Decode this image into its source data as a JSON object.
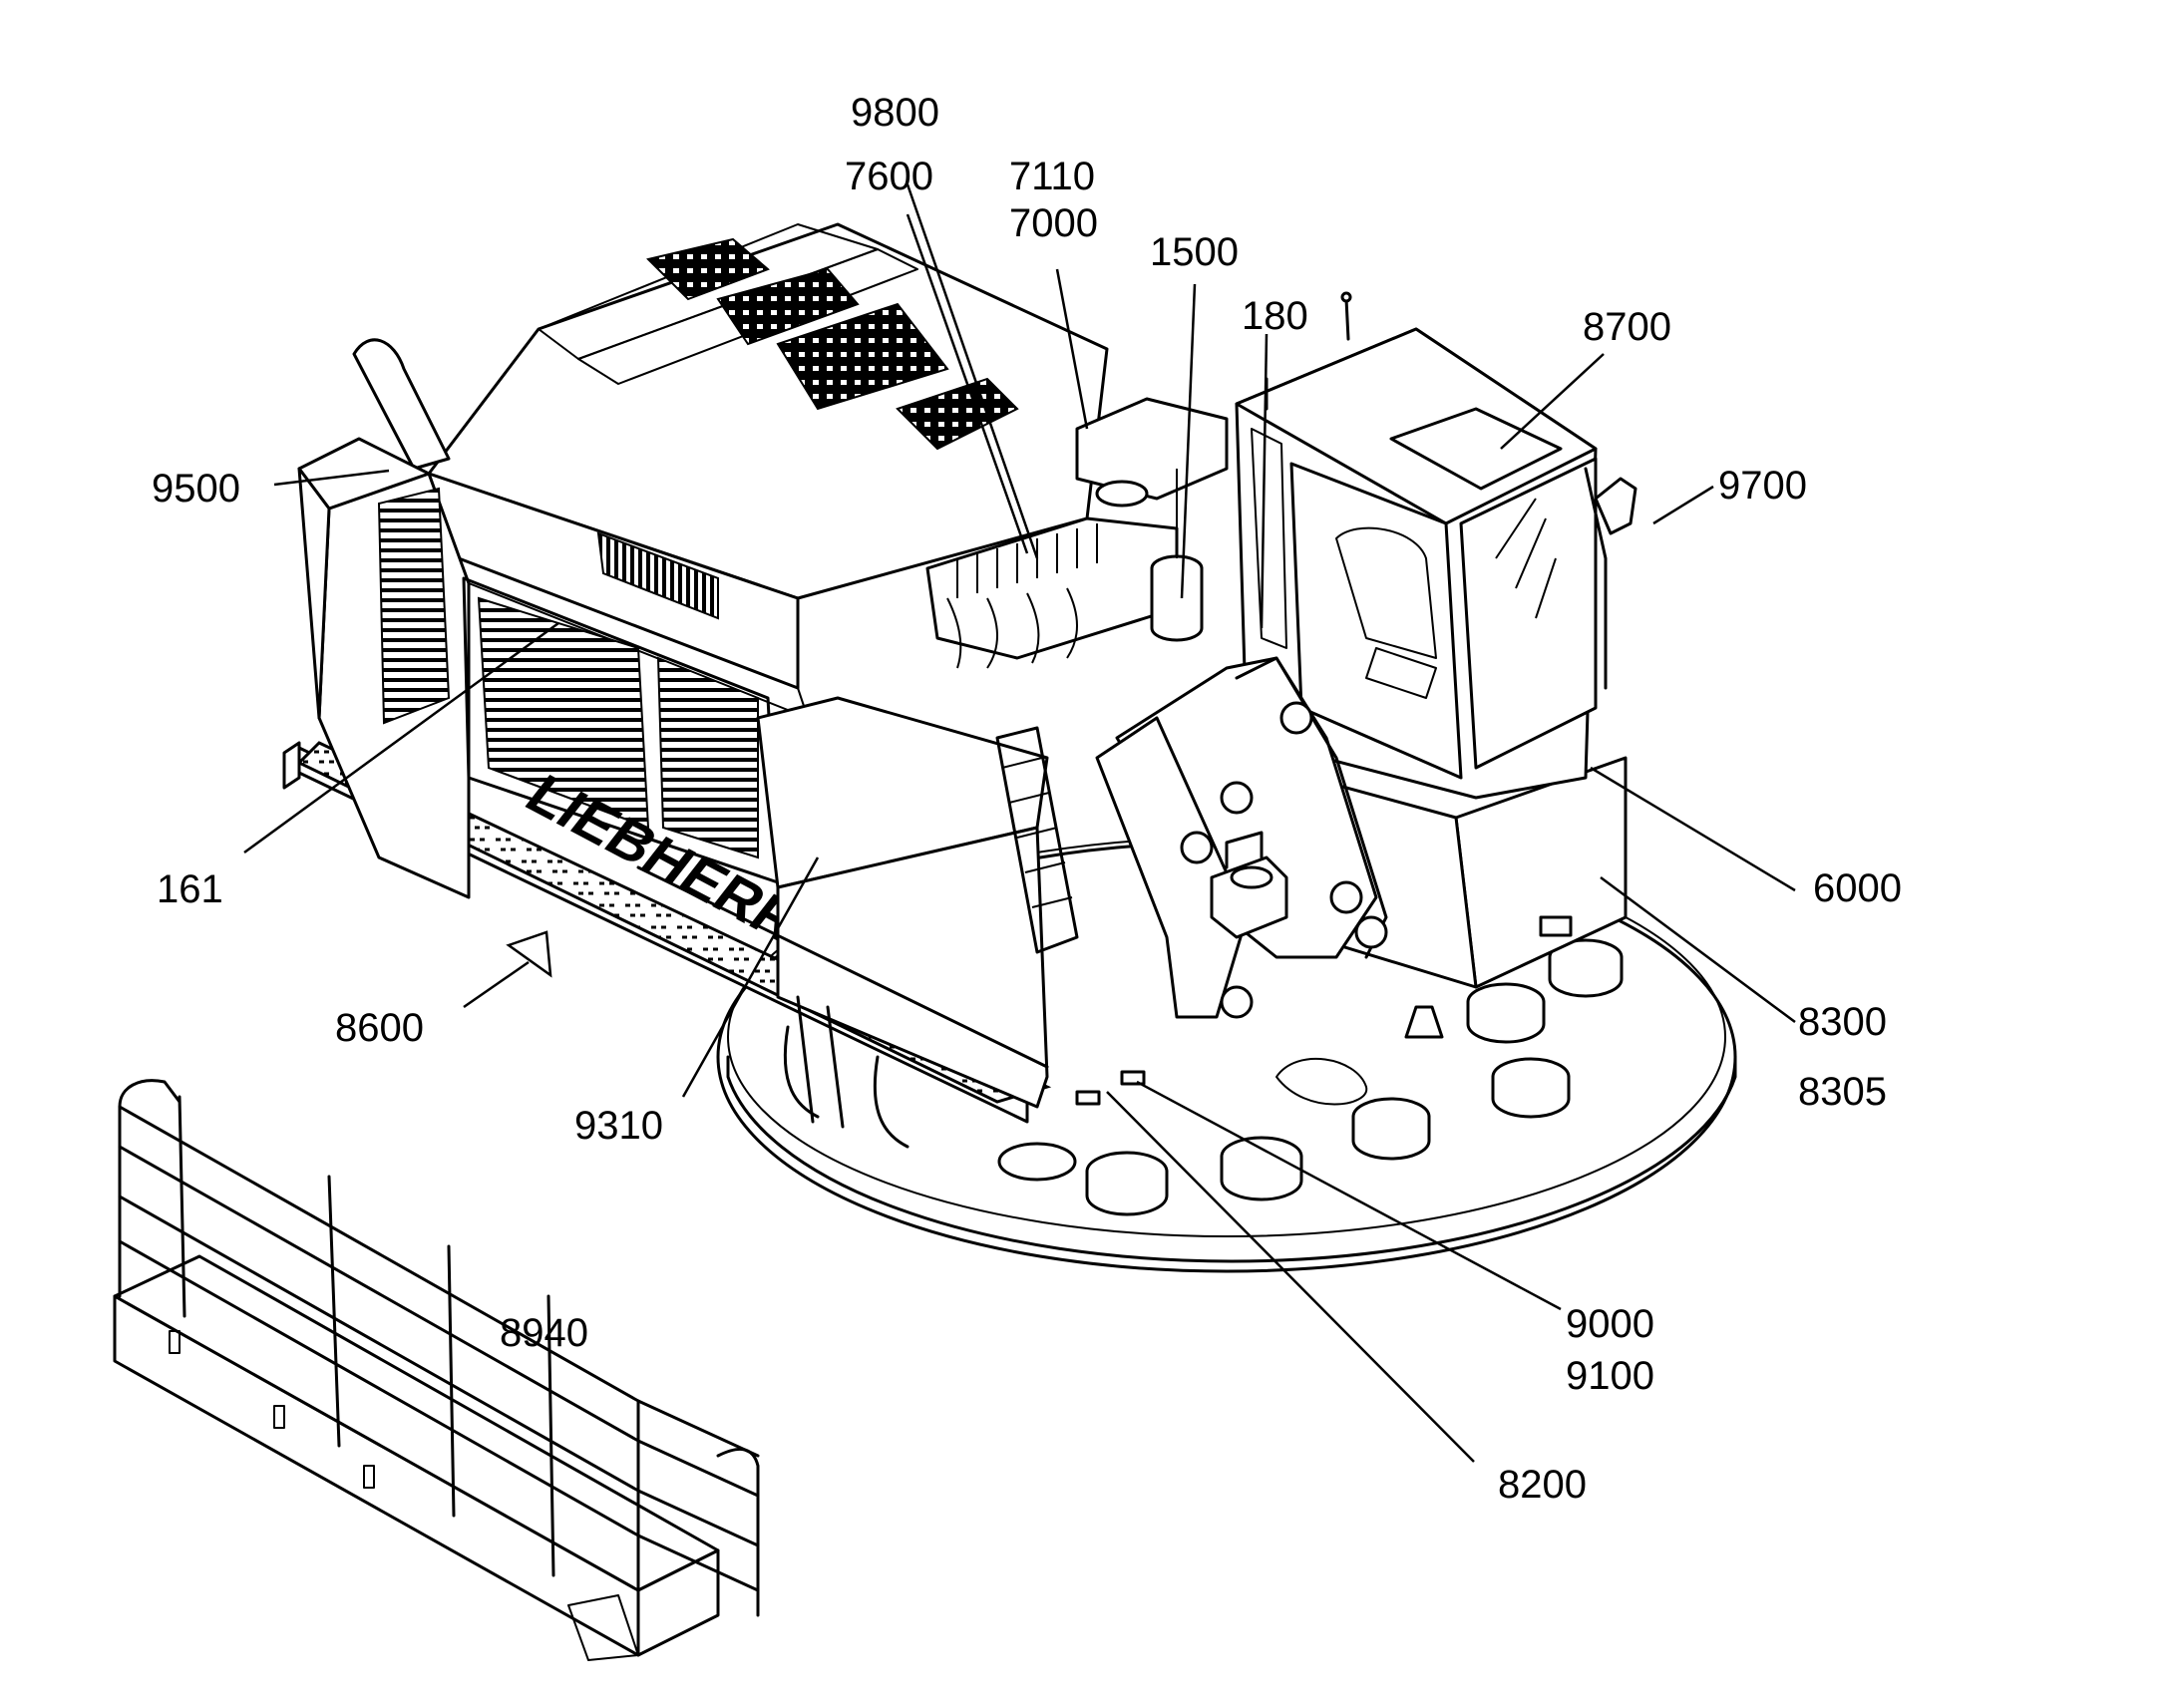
{
  "diagram": {
    "brand_text": "LIEBHERR",
    "callouts": {
      "c9800": "9800",
      "c7600": "7600",
      "c7110": "7110",
      "c7000": "7000",
      "c1500": "1500",
      "c180": "180",
      "c8700": "8700",
      "c9700": "9700",
      "c9500": "9500",
      "c161": "161",
      "c6000": "6000",
      "c8600": "8600",
      "c8300": "8300",
      "c8305": "8305",
      "c9310": "9310",
      "c8940": "8940",
      "c9000": "9000",
      "c9100": "9100",
      "c8200": "8200"
    }
  }
}
